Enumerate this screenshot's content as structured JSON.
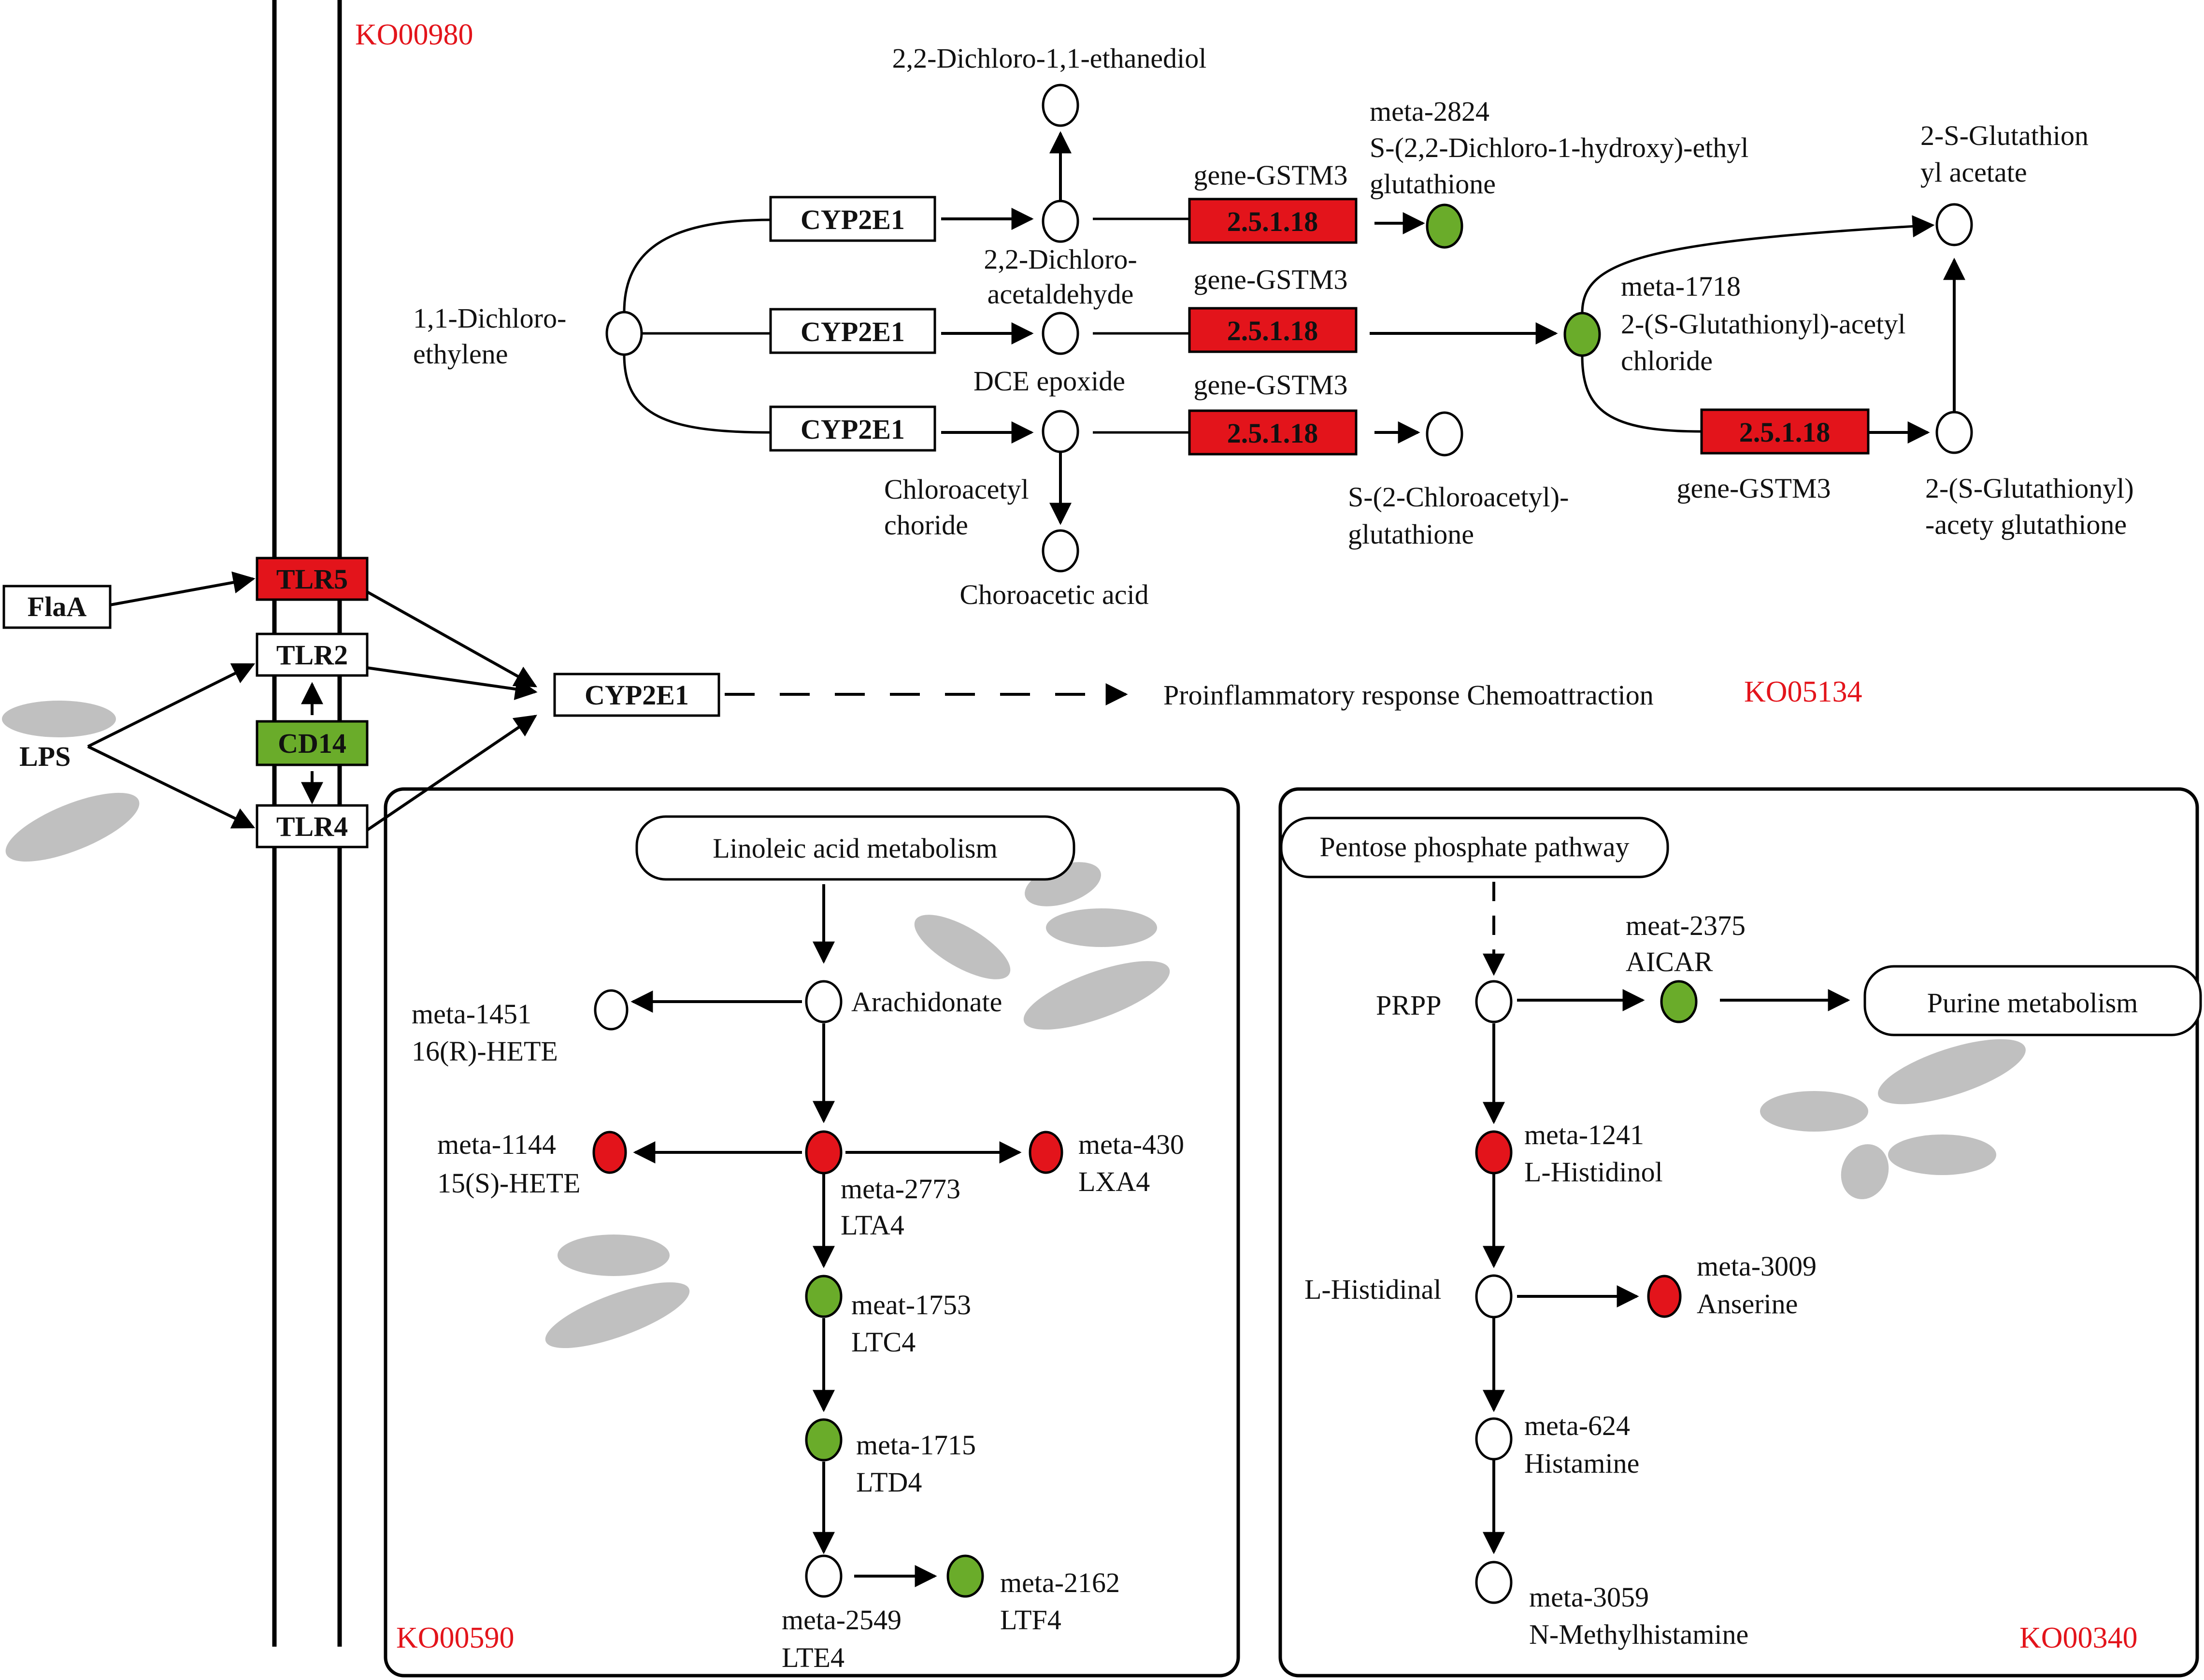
{
  "colors": {
    "up": "#e3141b",
    "down": "#6aac2a",
    "neutral": "#ffffff",
    "ko_label": "#e3141b",
    "line": "#000000",
    "blob": "#c0c0c0"
  },
  "ko_labels": {
    "ko00980": "KO00980",
    "ko05134": "KO05134",
    "ko00590": "KO00590",
    "ko00340": "KO00340"
  },
  "membrane": {
    "flaa": "FlaA",
    "lps": "LPS",
    "tlr5": "TLR5",
    "tlr2": "TLR2",
    "cd14": "CD14",
    "tlr4": "TLR4",
    "cyp2e1": "CYP2E1",
    "response": "Proinflammatory response Chemoattraction"
  },
  "ko00980": {
    "dce_line1": "1,1-Dichloro-",
    "dce_line2": "ethylene",
    "cyp_1": "CYP2E1",
    "cyp_2": "CYP2E1",
    "cyp_3": "CYP2E1",
    "ethanediol": "2,2-Dichloro-1,1-ethanediol",
    "acetaldehyde_line1": "2,2-Dichloro-",
    "acetaldehyde_line2": "acetaldehyde",
    "epoxide": "DCE epoxide",
    "chloroacetyl_line1": "Chloroacetyl",
    "chloroacetyl_line2": "choride",
    "choroacetic": "Choroacetic acid",
    "gene_1": "gene-GSTM3",
    "gene_2": "gene-GSTM3",
    "gene_3": "gene-GSTM3",
    "gene_4": "gene-GSTM3",
    "enzyme_1": "2.5.1.18",
    "enzyme_2": "2.5.1.18",
    "enzyme_3": "2.5.1.18",
    "enzyme_4": "2.5.1.18",
    "m2824_id": "meta-2824",
    "m2824_line1": "S-(2,2-Dichloro-1-hydroxy)-ethyl",
    "m2824_line2": "glutathione",
    "s2chloro_line1": "S-(2-Chloroacetyl)-",
    "s2chloro_line2": "glutathione",
    "m1718_id": "meta-1718",
    "m1718_line1": "2-(S-Glutathionyl)-acetyl",
    "m1718_line2": "chloride",
    "sglut_acetate_line1": "2-S-Glutathion",
    "sglut_acetate_line2": "yl acetate",
    "acety_glut_line1": "2-(S-Glutathionyl)",
    "acety_glut_line2": "-acety glutathione"
  },
  "ko00590": {
    "pathway": "Linoleic acid metabolism",
    "arachidonate": "Arachidonate",
    "m1451_id": "meta-1451",
    "m1451_name": "16(R)-HETE",
    "m1144_id": "meta-1144",
    "m1144_name": "15(S)-HETE",
    "m2773_id": "meta-2773",
    "m2773_name": "LTA4",
    "m430_id": "meta-430",
    "m430_name": "LXA4",
    "m1753_id": "meat-1753",
    "m1753_name": "LTC4",
    "m1715_id": "meta-1715",
    "m1715_name": "LTD4",
    "m2549_id": "meta-2549",
    "m2549_name": "LTE4",
    "m2162_id": "meta-2162",
    "m2162_name": "LTF4"
  },
  "ko00340": {
    "pathway": "Pentose phosphate pathway",
    "purine": "Purine metabolism",
    "prpp": "PRPP",
    "m2375_id": "meat-2375",
    "m2375_name": "AICAR",
    "m1241_id": "meta-1241",
    "m1241_name": "L-Histidinol",
    "histidinal": "L-Histidinal",
    "m3009_id": "meta-3009",
    "m3009_name": "Anserine",
    "m624_id": "meta-624",
    "m624_name": "Histamine",
    "m3059_id": "meta-3059",
    "m3059_name": "N-Methylhistamine"
  }
}
